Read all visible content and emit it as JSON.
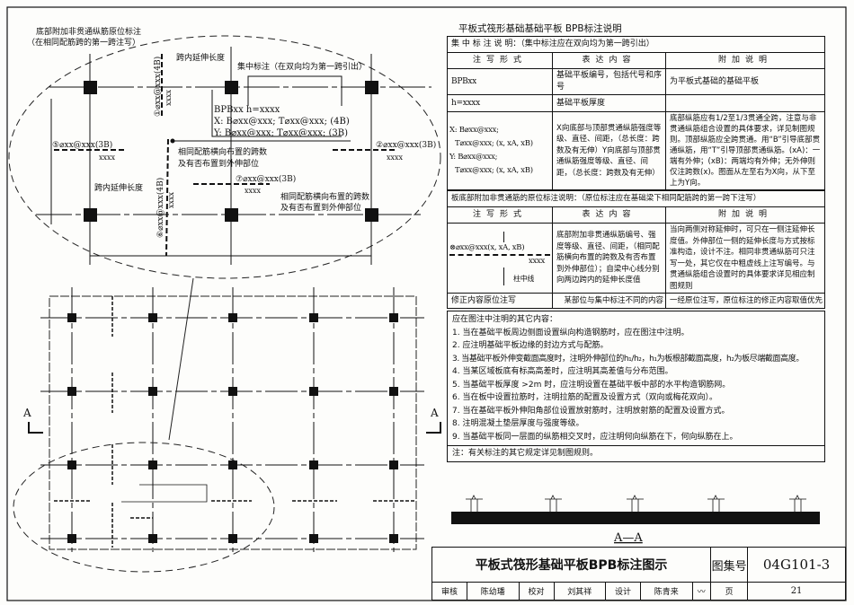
{
  "table_title": "平板式筏形基础基础平板 BPB标注说明",
  "centralized": {
    "heading": "集 中 标 注 说 明：（集中标注应在双向均为第一跨引出）",
    "columns": [
      "注写形式",
      "表达内容",
      "附加说明"
    ],
    "rows": [
      {
        "form": "BPBxx",
        "content": "基础平板编号，包括代号和序号",
        "note": "为平板式基础的基础平板"
      },
      {
        "form": "h=xxxx",
        "content": "基础平板厚度",
        "note": ""
      },
      {
        "form_lines": [
          "X: B⌀xx@xxx;",
          "T⌀xx@xxx; (x, xA, xB)",
          "Y: B⌀xx@xxx;",
          "T⌀xx@xxx; (x, xA, xB)"
        ],
        "content": "X向底部与顶部贯通纵筋强度等级、直径、间距，（总长度：跨数及有无伸）Y向底部与顶部贯通纵筋强度等级、直径、间距，（总长度：跨数及有无伸）",
        "note": "底部纵筋应有1/2至1/3贯通全跨，注意与非贯通纵筋组合设置的具体要求，详见制图规则。顶部纵筋应全跨贯通。用“B”引导底部贯通纵筋，用“T”引导顶部贯通纵筋。(xA)：一端有外伸；(xB)：两端均有外伸；无外伸则仅注跨数(x)。图面从左至右为X向，从下至上为Y向。"
      }
    ]
  },
  "in_situ": {
    "heading": "板底部附加非贯通筋的原位标注说明：（原位标注应在基础梁下相同配筋跨的第一跨下注写）",
    "columns": [
      "注写形式",
      "表达内容",
      "附加说明"
    ],
    "form_main": "⊗⌀xx@xxx(x, xA, xB)",
    "form_len": "xxxx",
    "form_axis": "柱中线",
    "content": "底部附加非贯通纵筋编号、强度等级、直径、间距，（相同配筋横向布置的跨数及有否布置到外伸部位）；自梁中心线分别向两边跨内的延伸长度值",
    "note": "当向两侧对称延伸时，可只在一侧注延伸长度值。外伸部位一侧的延伸长度与方式按标准构造，设计不注。相同非贯通纵筋可只注写一处，其它仅在中粗虚线上注写编号。与贯通纵筋组合设置时的具体要求详见相应制图规则",
    "fix_form": "修正内容原位注写",
    "fix_content": "某部位与集中标注不同的内容",
    "fix_note": "一经原位注写，原位标注的修正内容取值优先"
  },
  "notes": {
    "heading": "应在图注中注明的其它内容：",
    "items": [
      "1. 当在基础平板周边侧面设置纵向构造钢筋时，应在图注中注明。",
      "2. 应注明基础平板边缘的封边方式与配筋。",
      "3. 当基础平板外伸变截面高度时，注明外伸部位的h₁/h₂，h₁为板根部截面高度，h₂为板尽端截面高度。",
      "4. 当某区域板底有标高高差时，应注明其高差值与分布范围。",
      "5. 当基础平板厚度 >2m 时，应注明设置在基础平板中部的水平构造钢筋网。",
      "6. 当在板中设置拉筋时，注明拉筋的配置及设置方式（双向或梅花双向）。",
      "7. 当在基础平板外伸阳角部位设置放射筋时，注明放射筋的配置及设置方式。",
      "8. 注明混凝土垫层厚度与强度等级。",
      "9. 当基础平板同一层面的纵筋相交叉时，应注明何向纵筋在下，何向纵筋在上。"
    ],
    "footnote": "注：有关标注的其它规定详见制图规则。"
  },
  "detail": {
    "label_bottom_rebar": "底部附加非贯通纵筋原位标注",
    "label_bottom_rebar2": "（在相同配筋跨的第一跨注写）",
    "label_span_ext": "跨内延伸长度",
    "label_central": "集中标注（在双向均为第一跨引出）",
    "central_line1": "BPBxx    h=xxxx",
    "central_line2": "X: B⌀xx@xxx; T⌀xx@xxx; (4B)",
    "central_line3": "Y: B⌀xx@xxx; T⌀xx@xxx; (3B)",
    "rebar_4b": "①⌀xx@xxx(4B)",
    "rebar_x3b": "⑤⌀xx@xxx(3B)",
    "rebar_2": "②⌀xx@xxx(3B)",
    "rebar_7": "⑦⌀xx@xxx(3B)",
    "rebar_6": "⑥⌀xx@xxx(4B)",
    "len": "xxxx",
    "label_same_spans": "相同配筋横向布置的跨数",
    "label_same_spans2": "及有否布置到外伸部位",
    "label_span_ext2": "跨内延伸长度"
  },
  "plan": {
    "section_mark": "A",
    "section_label": "A—A"
  },
  "title_block": {
    "title": "平板式筏形基础平板BPB标注图示",
    "atlas_label": "图集号",
    "atlas_no": "04G101-3",
    "review_label": "审核",
    "reviewer": "陈幼璠",
    "check_label": "校对",
    "checker": "刘其祥",
    "design_label": "设计",
    "designer": "陈青来",
    "page_label": "页",
    "page_no": "21"
  }
}
